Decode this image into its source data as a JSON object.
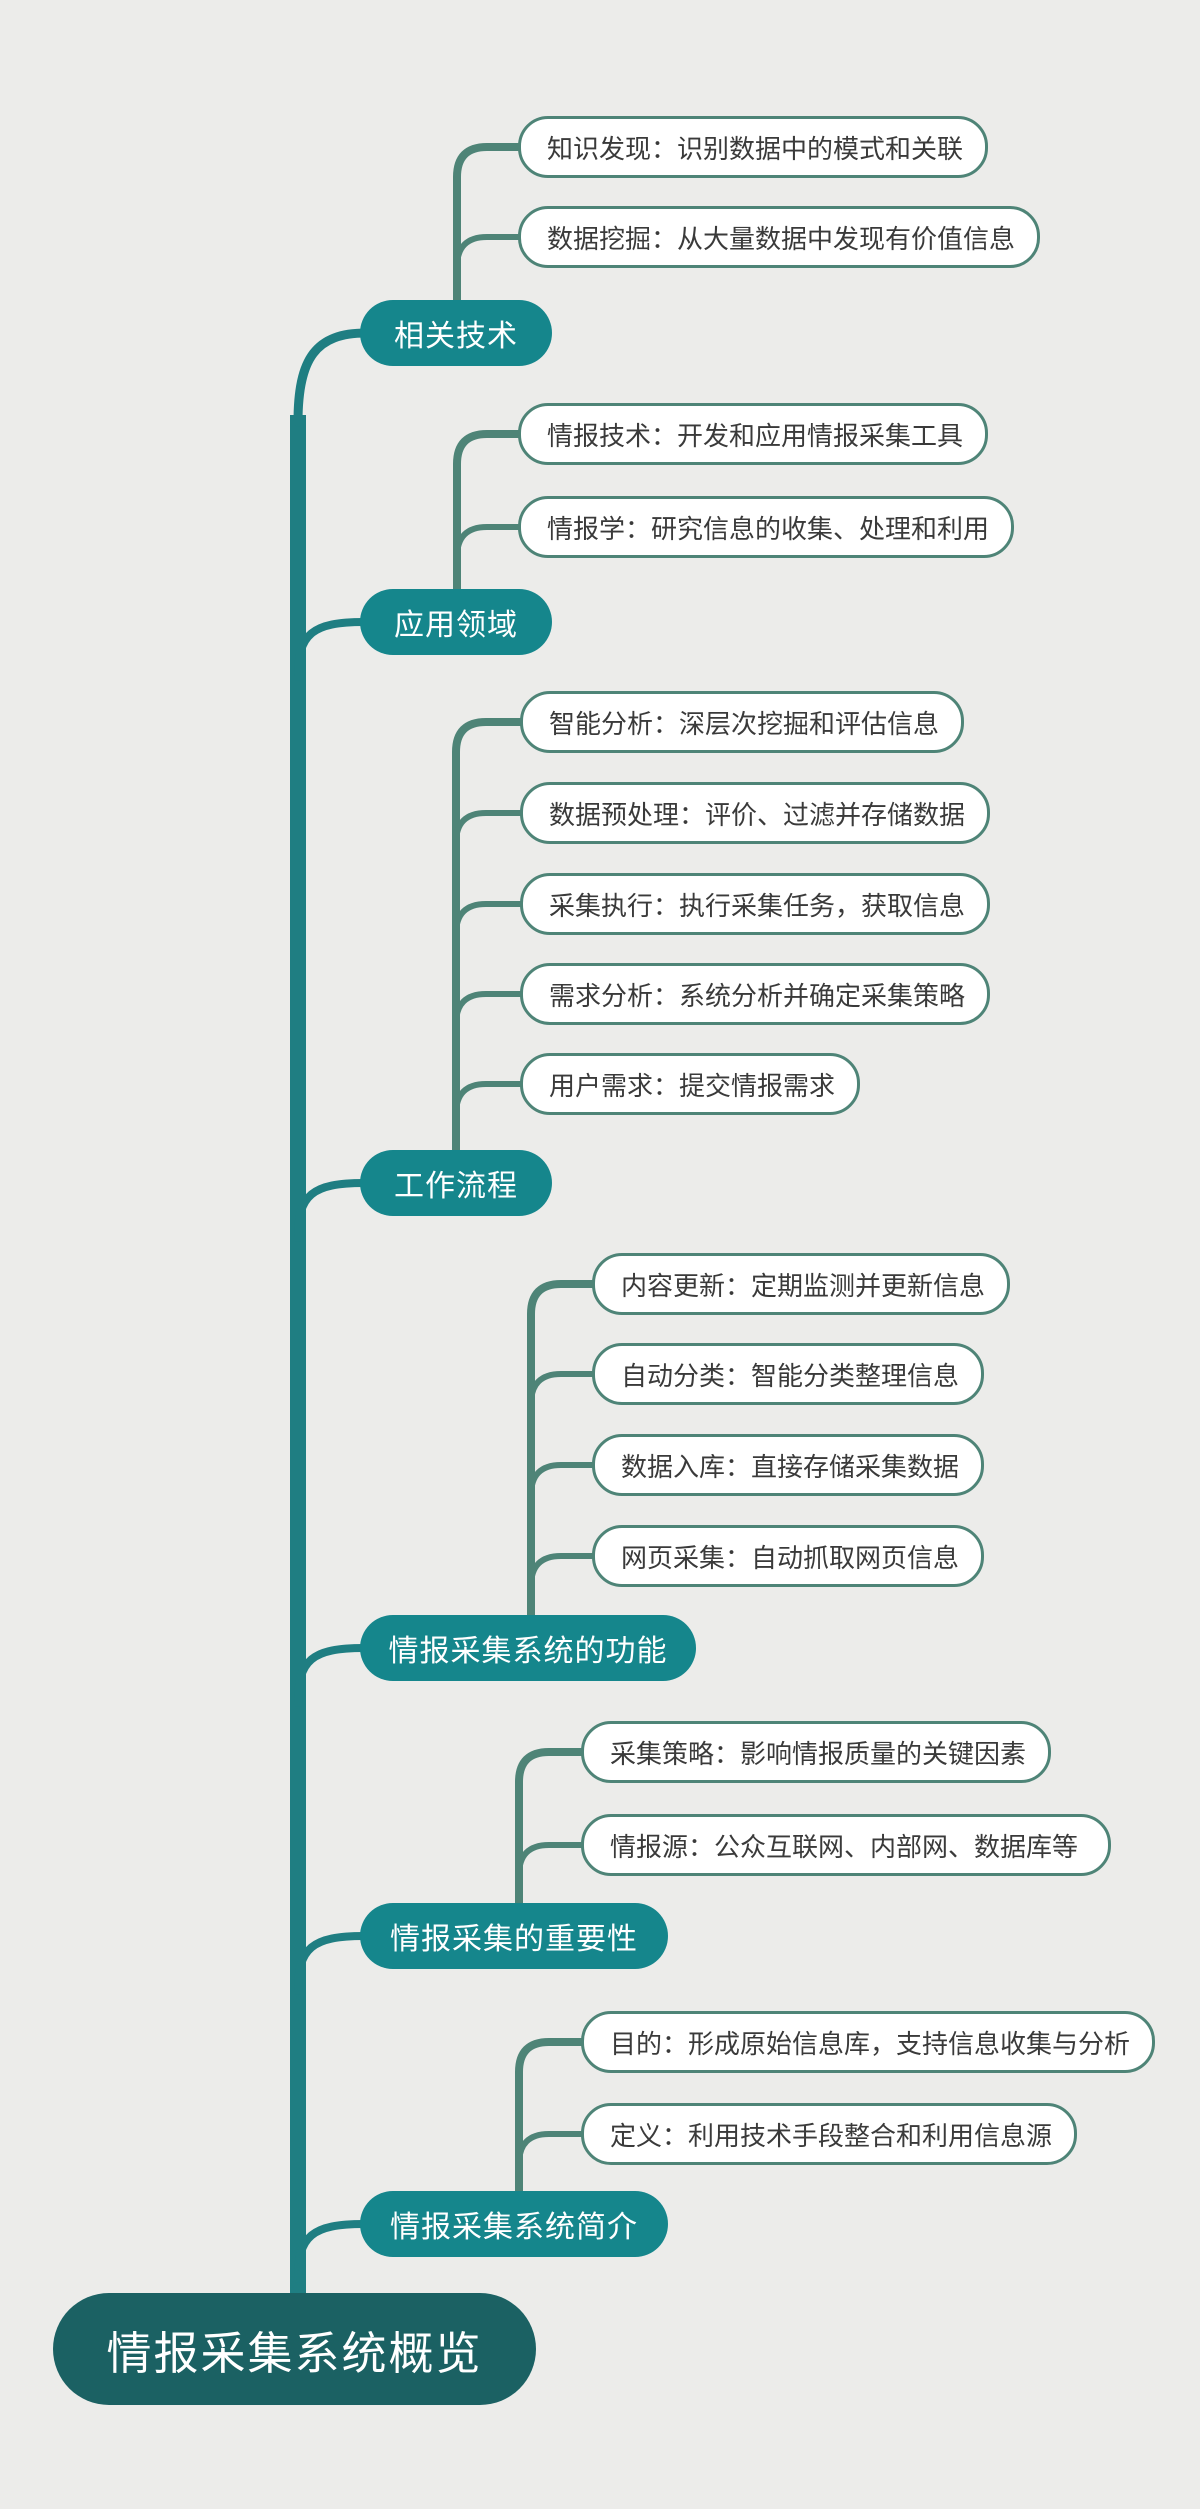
{
  "mindmap": {
    "root": {
      "label": "情报采集系统概览"
    },
    "branches": [
      {
        "label": "相关技术",
        "children": [
          "知识发现：识别数据中的模式和关联",
          "数据挖掘：从大量数据中发现有价值信息"
        ]
      },
      {
        "label": "应用领域",
        "children": [
          "情报技术：开发和应用情报采集工具",
          "情报学：研究信息的收集、处理和利用"
        ]
      },
      {
        "label": "工作流程",
        "children": [
          "智能分析：深层次挖掘和评估信息",
          "数据预处理：评价、过滤并存储数据",
          "采集执行：执行采集任务，获取信息",
          "需求分析：系统分析并确定采集策略",
          "用户需求：提交情报需求"
        ]
      },
      {
        "label": "情报采集系统的功能",
        "children": [
          "内容更新：定期监测并更新信息",
          "自动分类：智能分类整理信息",
          "数据入库：直接存储采集数据",
          "网页采集：自动抓取网页信息"
        ]
      },
      {
        "label": "情报采集的重要性",
        "children": [
          "采集策略：影响情报质量的关键因素",
          "情报源：公众互联网、内部网、数据库等"
        ]
      },
      {
        "label": "情报采集系统简介",
        "children": [
          "目的：形成原始信息库，支持信息收集与分析",
          "定义：利用技术手段整合和利用信息源"
        ]
      }
    ],
    "colors": {
      "background": "#ECECEA",
      "root_fill": "#1B6163",
      "branch_fill": "#15868C",
      "trunk": "#1F7E82",
      "child_connector": "#4E8477",
      "leaf_border": "#4E8477",
      "leaf_text": "#3A3A3A"
    }
  }
}
